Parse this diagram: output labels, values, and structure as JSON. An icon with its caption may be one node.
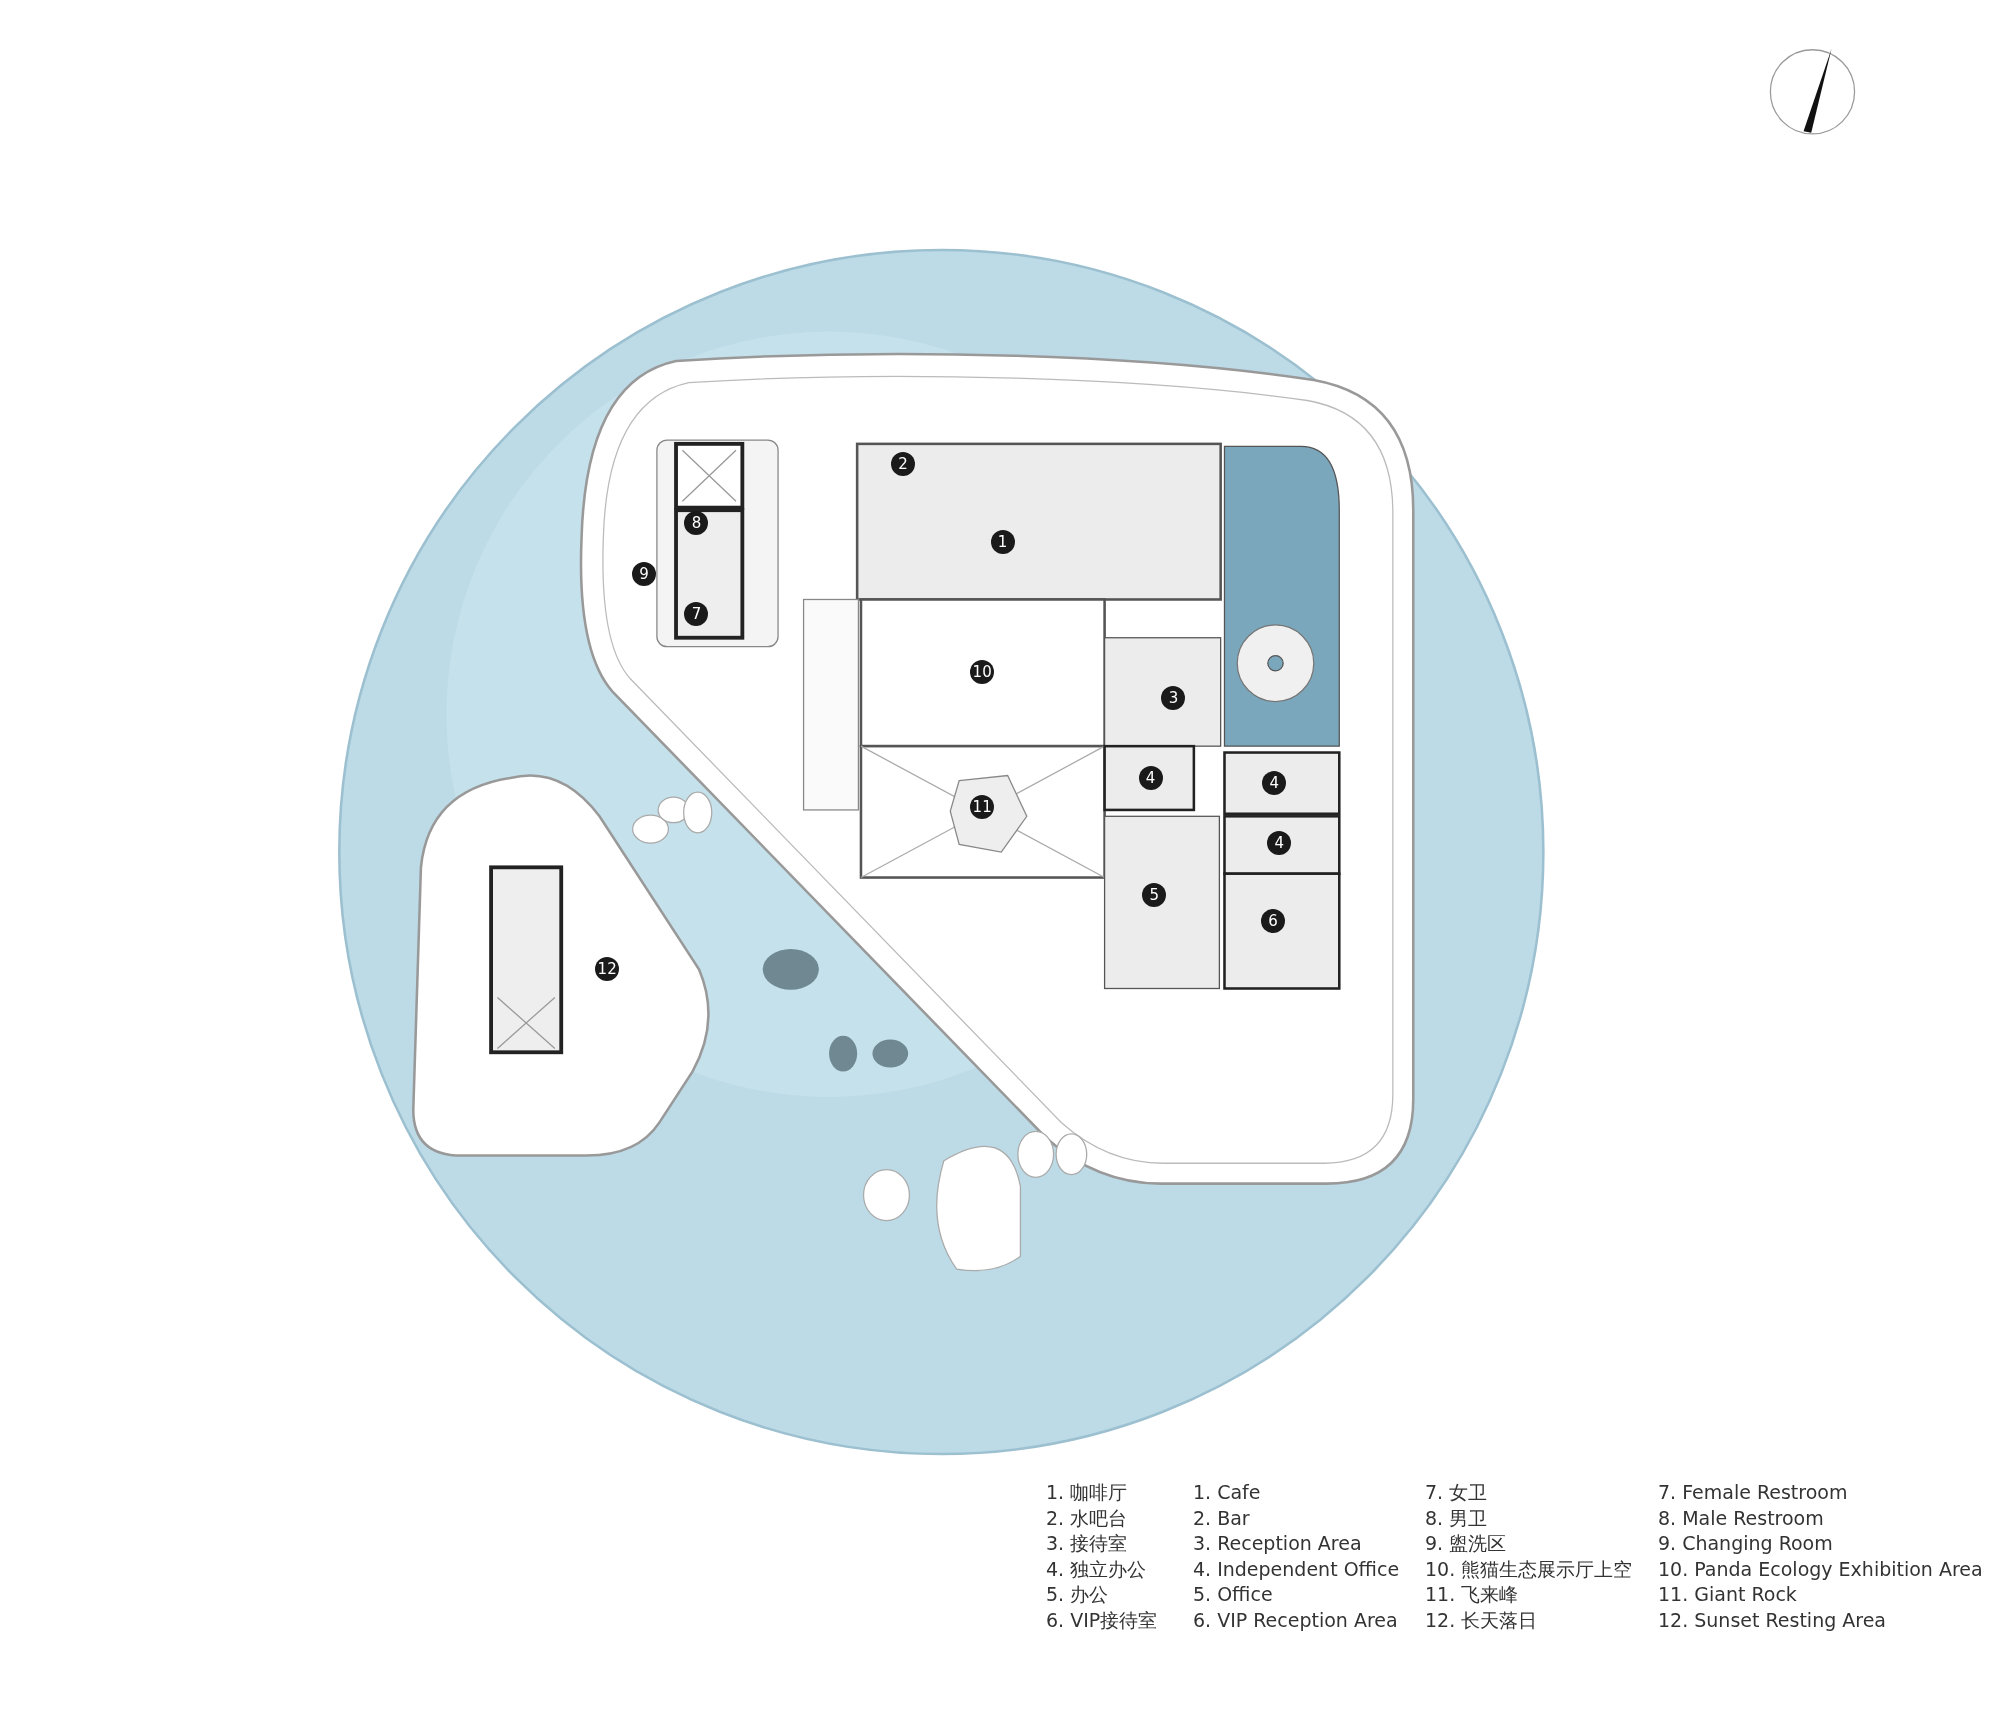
{
  "diagram": {
    "labels": [
      "2",
      "8",
      "1",
      "9",
      "7",
      "10",
      "3",
      "4",
      "4",
      "11",
      "4",
      "5",
      "6",
      "12",
      "1. 咖啡厅",
      "1. Cafe",
      "7. 女卫",
      "7. Female Restroom",
      "2. 水吧台",
      "2. Bar",
      "8. 男卫",
      "8. Male Restroom",
      "3. 接待室",
      "3. Reception Area",
      "9. 盥洗区",
      "9. Changing Room",
      "4. 独立办公",
      "4. Independent Office",
      "10. 熊猫生态展示厅上空",
      "10. Panda Ecology Exhibition Area",
      "5. 办公",
      "5. Office",
      "11. 飞来峰",
      "11. Giant Rock",
      "6. VIP接待室",
      "6. VIP Reception Area",
      "12. 长天落日",
      "12. Sunset Resting Area"
    ]
  }
}
